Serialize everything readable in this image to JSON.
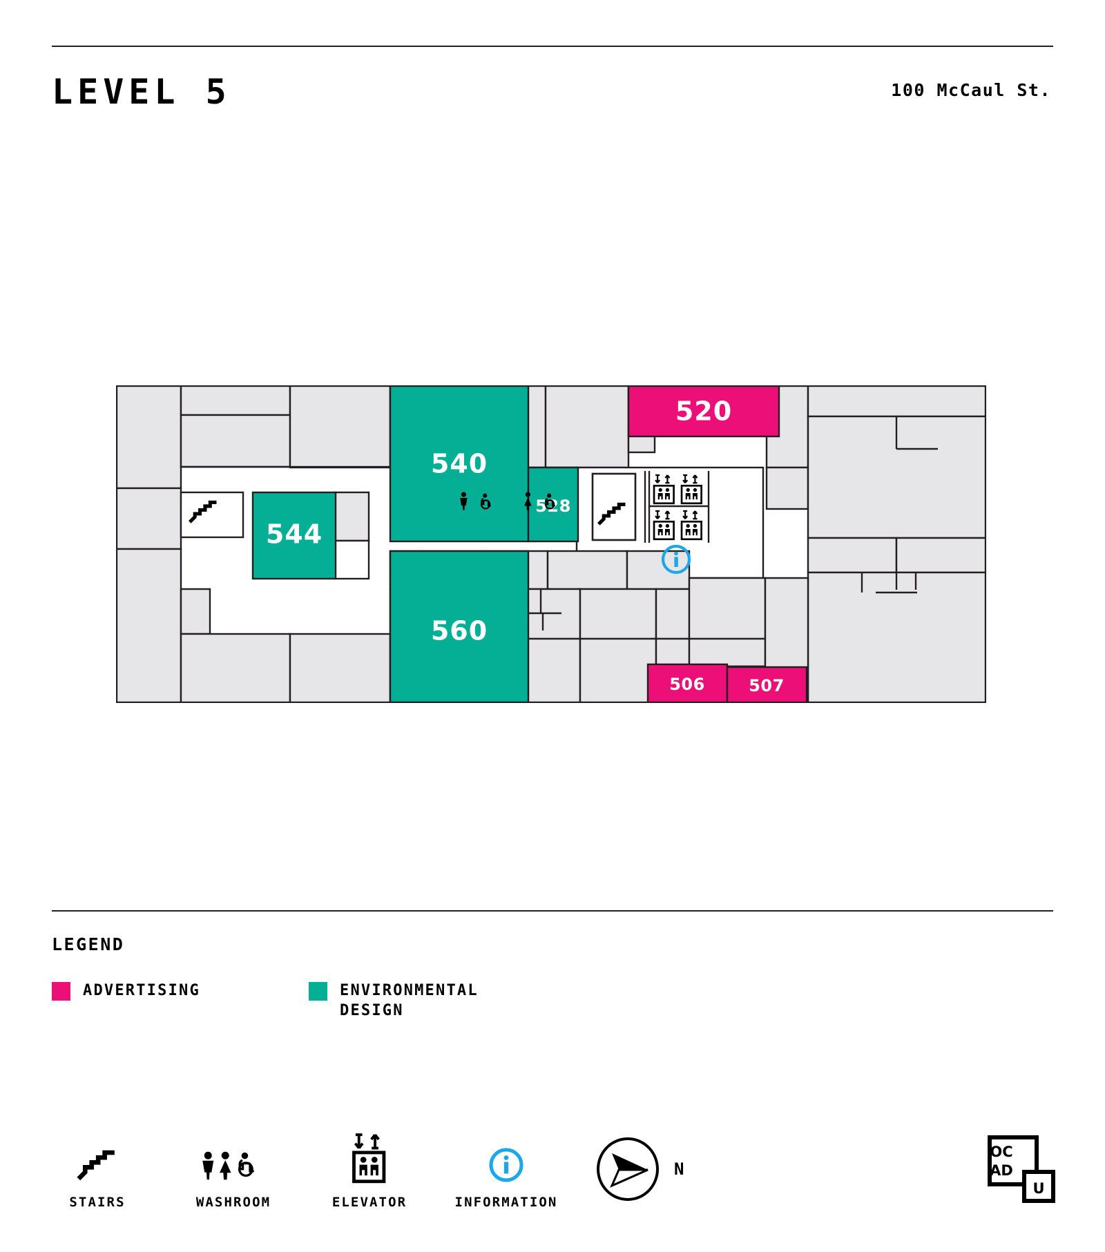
{
  "header": {
    "title": "LEVEL 5",
    "address": "100 McCaul St."
  },
  "colors": {
    "advertising": "#EC0F77",
    "environmental_design": "#04AF96",
    "room_fill": "#E6E6E8",
    "wall": "#231f20",
    "information": "#1CA7E8"
  },
  "floorplan": {
    "rooms": [
      {
        "id": "540",
        "label": "540",
        "category": "environmental_design"
      },
      {
        "id": "544",
        "label": "544",
        "category": "environmental_design"
      },
      {
        "id": "560",
        "label": "560",
        "category": "environmental_design"
      },
      {
        "id": "528",
        "label": "528",
        "category": "environmental_design"
      },
      {
        "id": "520",
        "label": "520",
        "category": "advertising"
      },
      {
        "id": "506",
        "label": "506",
        "category": "advertising"
      },
      {
        "id": "507",
        "label": "507",
        "category": "advertising"
      }
    ],
    "amenities": [
      {
        "name": "stairs-west",
        "type": "stairs"
      },
      {
        "name": "stairs-east",
        "type": "stairs"
      },
      {
        "name": "washroom-male",
        "type": "washroom"
      },
      {
        "name": "washroom-female",
        "type": "washroom"
      },
      {
        "name": "elevator-bank",
        "type": "elevator",
        "count": 4
      },
      {
        "name": "information-point",
        "type": "information"
      }
    ]
  },
  "legend": {
    "title": "LEGEND",
    "items": [
      {
        "label": "ADVERTISING",
        "color": "#EC0F77"
      },
      {
        "label": "ENVIRONMENTAL\nDESIGN",
        "color": "#04AF96"
      }
    ]
  },
  "icon_legend": [
    {
      "icon": "stairs-icon",
      "label": "STAIRS"
    },
    {
      "icon": "washroom-icon",
      "label": "WASHROOM"
    },
    {
      "icon": "elevator-icon",
      "label": "ELEVATOR"
    },
    {
      "icon": "information-icon",
      "label": "INFORMATION"
    }
  ],
  "compass": {
    "north_label": "N"
  },
  "logo": {
    "line1": "OC",
    "line2": "AD",
    "line3": "U"
  }
}
